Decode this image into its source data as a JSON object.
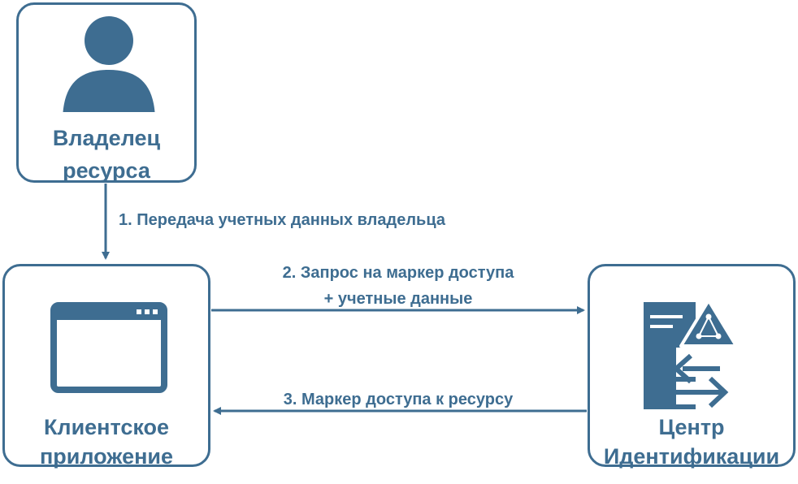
{
  "nodes": {
    "owner": {
      "line1": "Владелец",
      "line2": "ресурса",
      "icon": "user-icon"
    },
    "client": {
      "line1": "Клиентское",
      "line2": "приложение",
      "icon": "browser-window-icon"
    },
    "idp": {
      "line1": "Центр",
      "line2": "Идентификации",
      "icon": "identity-server-icon"
    }
  },
  "edges": {
    "step1": "1. Передача учетных данных владельца",
    "step2_line1": "2. Запрос на маркер доступа",
    "step2_line2": "+ учетные данные",
    "step3": "3. Маркер доступа к ресурсу"
  },
  "colors": {
    "primary": "#3e6d91"
  }
}
